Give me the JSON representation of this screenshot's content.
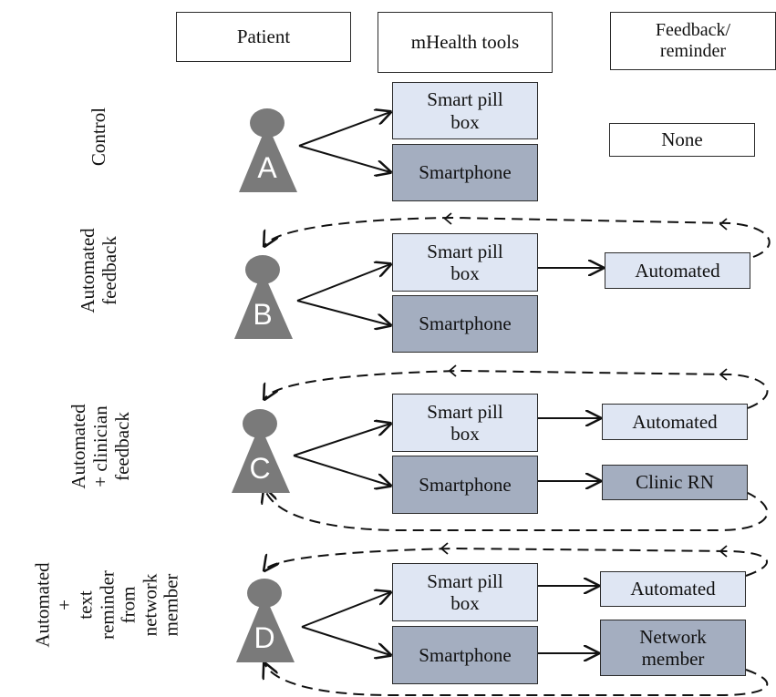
{
  "headers": {
    "patient": "Patient",
    "tools": "mHealth tools",
    "feedback": "Feedback/\nreminder"
  },
  "rows": [
    {
      "label": "Control",
      "letter": "A",
      "pill_box": "Smart pill\nbox",
      "smartphone": "Smartphone",
      "feedback_top": "None"
    },
    {
      "label": "Automated\nfeedback",
      "letter": "B",
      "pill_box": "Smart pill\nbox",
      "smartphone": "Smartphone",
      "feedback_top": "Automated"
    },
    {
      "label": "Automated\n+ clinician\nfeedback",
      "letter": "C",
      "pill_box": "Smart pill\nbox",
      "smartphone": "Smartphone",
      "feedback_top": "Automated",
      "feedback_bottom": "Clinic RN"
    },
    {
      "label": "Automated\n+\ntext\nreminder\nfrom\nnetwork\nmember",
      "letter": "D",
      "pill_box": "Smart pill\nbox",
      "smartphone": "Smartphone",
      "feedback_top": "Automated",
      "feedback_bottom": "Network\nmember"
    }
  ],
  "colors": {
    "light_box": "#dfe6f3",
    "dark_box": "#a4aec0",
    "patient_icon": "#7a7a7a",
    "line": "#111111"
  }
}
